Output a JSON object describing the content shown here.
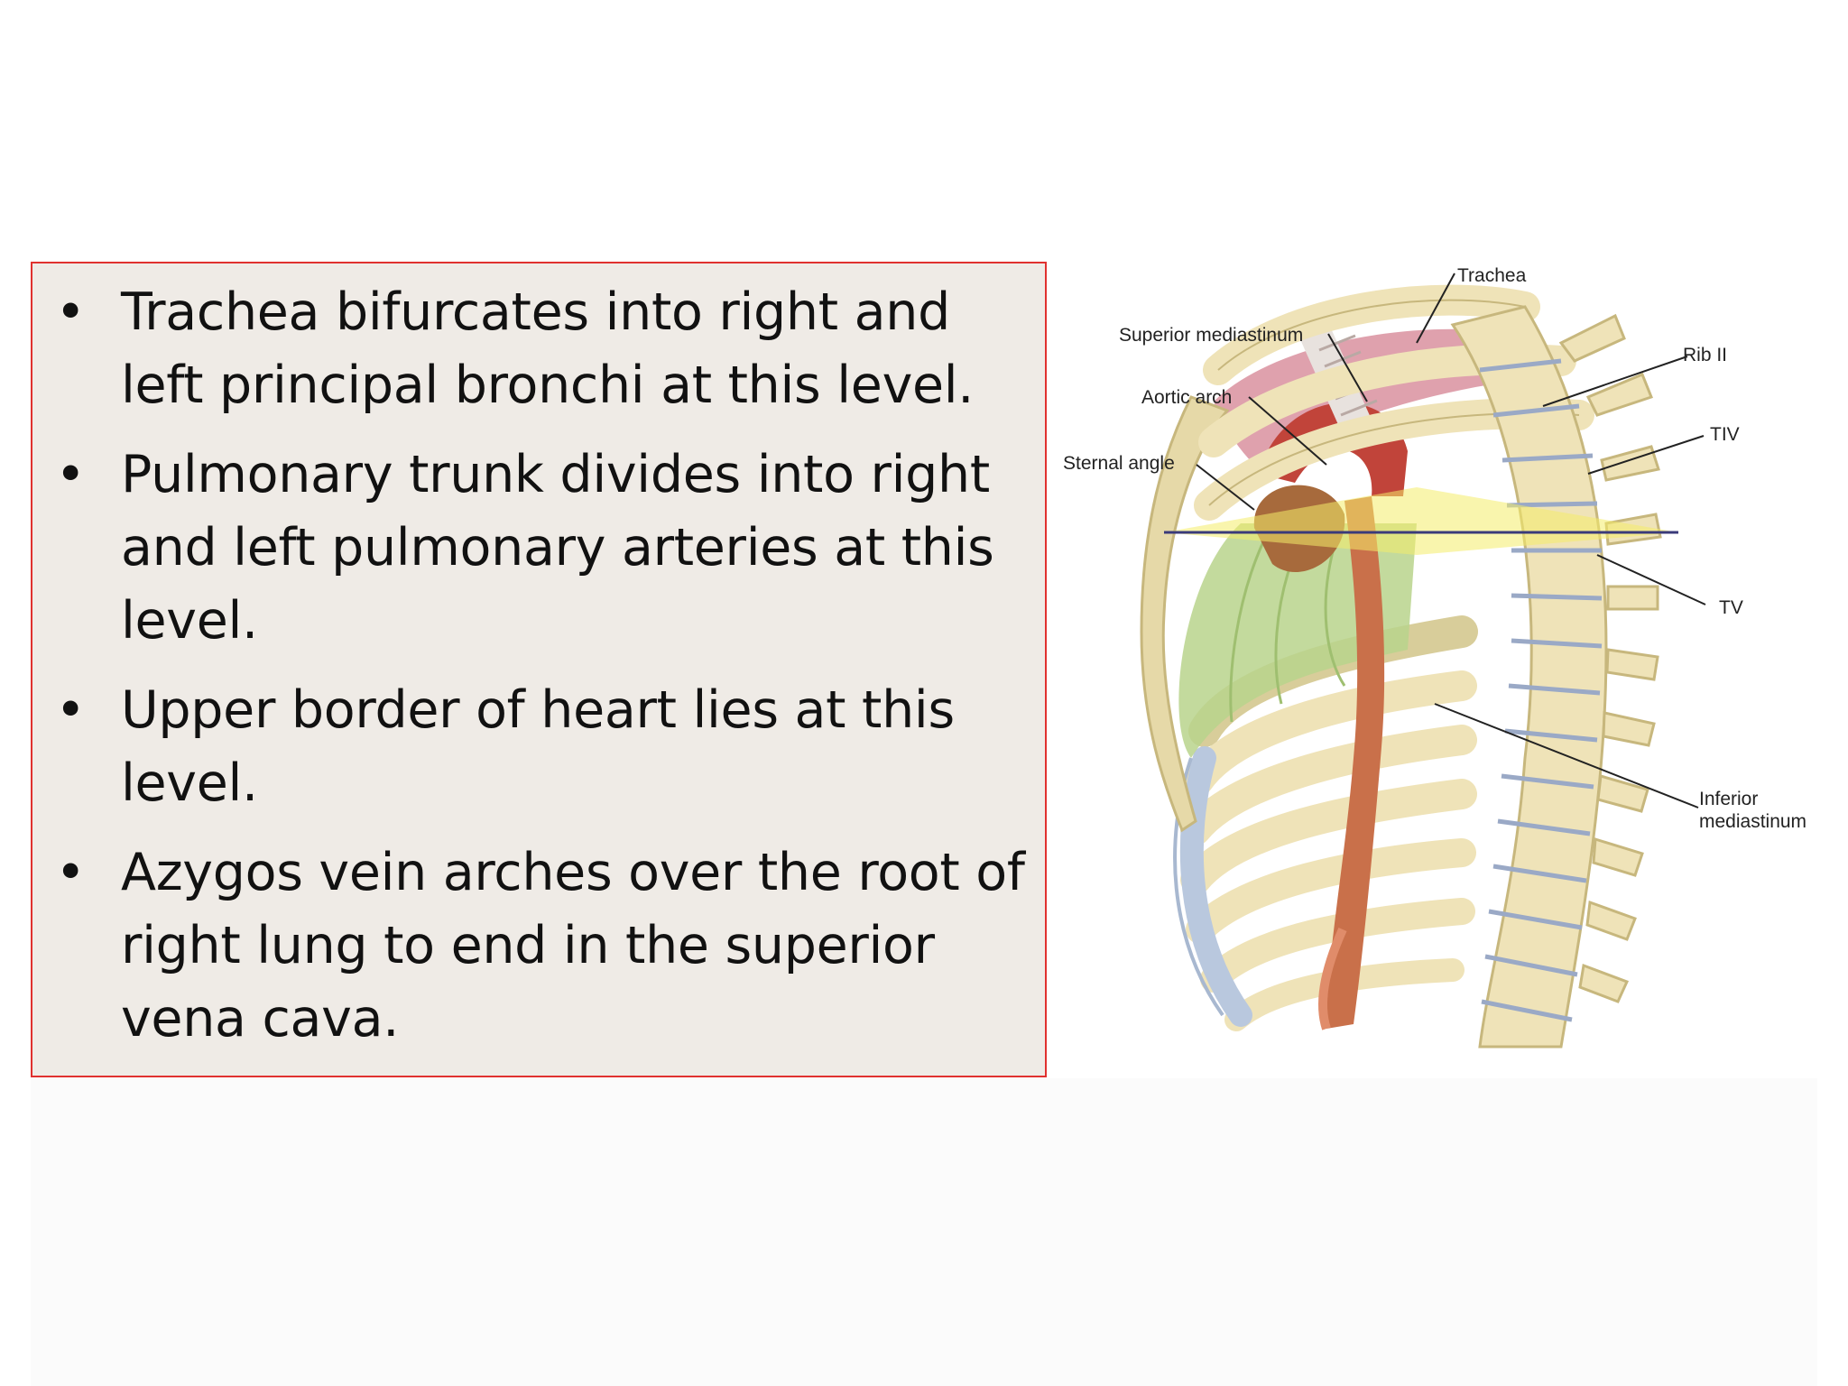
{
  "bullets": [
    {
      "text": "Trachea bifurcates into right and left principal bronchi at this level."
    },
    {
      "text": "Pulmonary trunk divides into right and left pulmonary arteries at this level."
    },
    {
      "text": "Upper border of heart lies at this level."
    },
    {
      "text": "Azygos vein arches over the root of right lung to end in the superior vena cava."
    }
  ],
  "bullet_symbol": "•",
  "figure": {
    "labels": {
      "trachea": "Trachea",
      "superior_mediastinum": "Superior mediastinum",
      "aortic_arch": "Aortic arch",
      "sternal_angle": "Sternal angle",
      "rib_ii": "Rib II",
      "tiv": "TIV",
      "tv": "TV",
      "inferior_mediastinum_1": "Inferior",
      "inferior_mediastinum_2": "mediastinum"
    }
  },
  "colors": {
    "box_border": "#e0312f",
    "box_fill": "#efebe6",
    "plane": "#f4ec6a",
    "superior_region": "#d9909f",
    "inferior_region": "#b9d48c",
    "aorta": "#c9704a",
    "bone": "#efe3b8"
  }
}
